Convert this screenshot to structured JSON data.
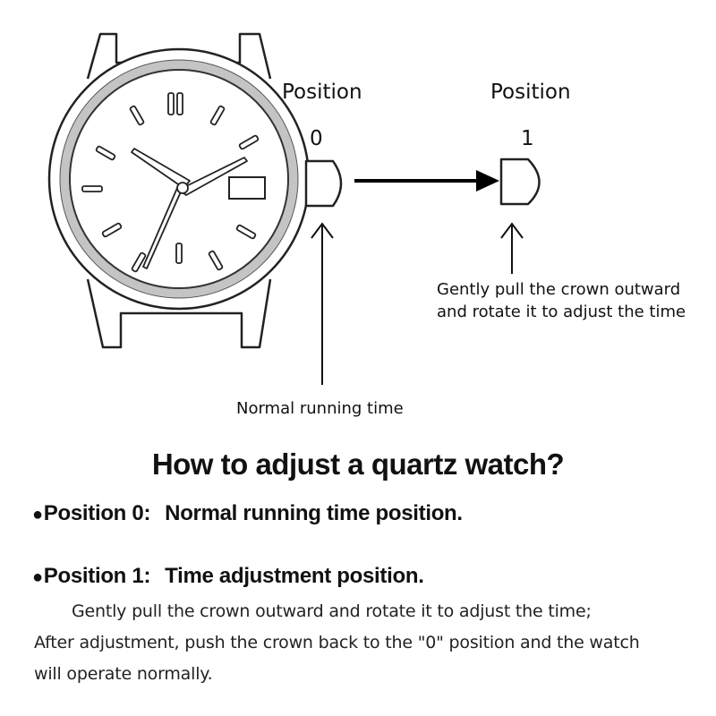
{
  "diagram": {
    "position_0_label": "Position",
    "position_0_number": "0",
    "position_1_label": "Position",
    "position_1_number": "1",
    "pull_caption_line1": "Gently pull the crown outward",
    "pull_caption_line2": "and rotate it to adjust the time",
    "normal_caption": "Normal running time"
  },
  "heading": "How to adjust a quartz watch?",
  "positions": [
    {
      "bullet": "●",
      "name": "Position 0:",
      "desc": "Normal running time position."
    },
    {
      "bullet": "●",
      "name": "Position 1:",
      "desc": "Time adjustment position."
    }
  ],
  "notes": {
    "line1": "Gently pull the crown outward and rotate it to adjust the time;",
    "line2": "After adjustment, push the crown back to the \"0\" position and the watch",
    "line3": "will operate normally."
  }
}
